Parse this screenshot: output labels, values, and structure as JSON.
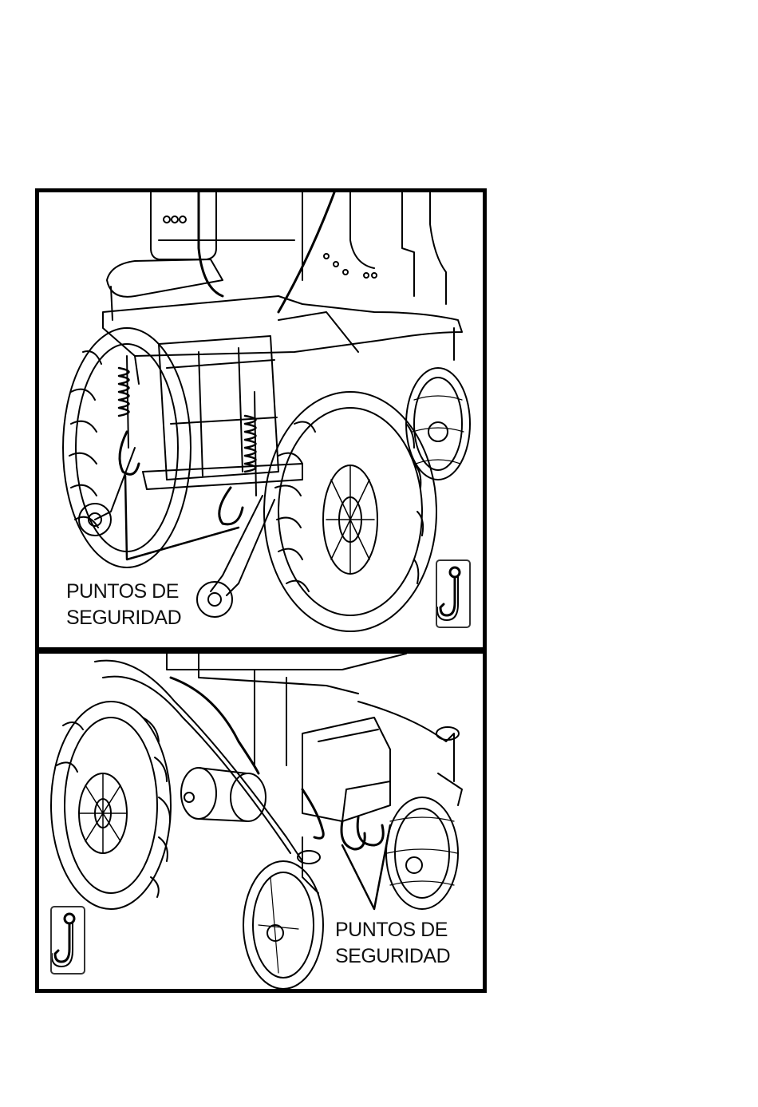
{
  "panels": {
    "top": {
      "callout": {
        "line1": "PUNTOS DE",
        "line2": "SEGURIDAD"
      },
      "icon": "hook-icon"
    },
    "bottom": {
      "callout": {
        "line1": "PUNTOS DE",
        "line2": "SEGURIDAD"
      },
      "icon": "hook-icon"
    }
  },
  "colors": {
    "line": "#000000",
    "background": "#ffffff"
  }
}
